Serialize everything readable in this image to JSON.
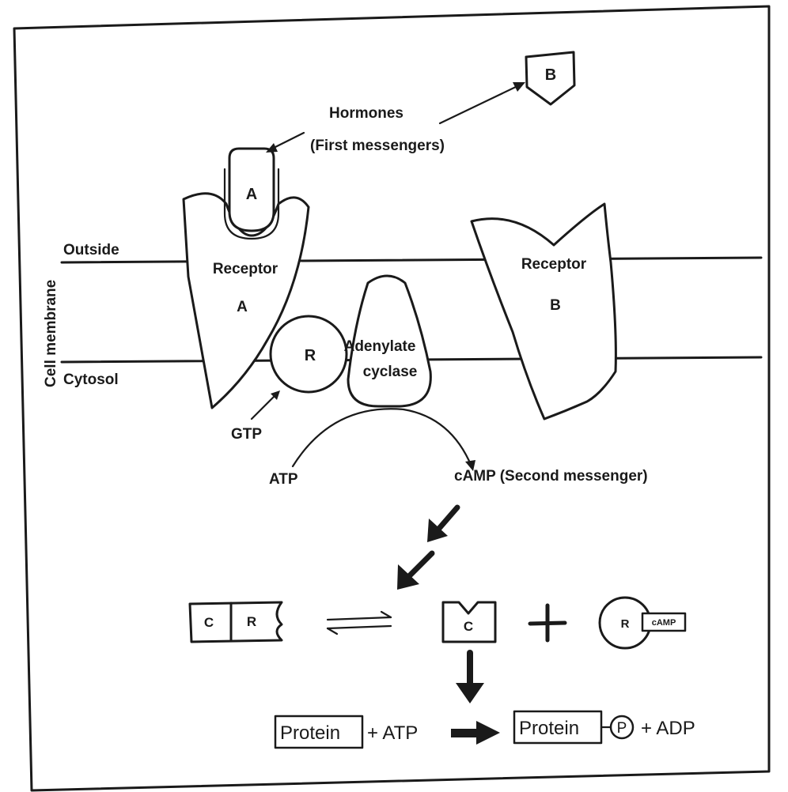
{
  "labels": {
    "hormones": "Hormones",
    "first_messengers": "(First messengers)",
    "hormone_a": "A",
    "hormone_b": "B",
    "outside": "Outside",
    "cytosol": "Cytosol",
    "cell_membrane": "Cell membrane",
    "receptor_a_line1": "Receptor",
    "receptor_a_line2": "A",
    "receptor_b_line1": "Receptor",
    "receptor_b_line2": "B",
    "r_protein": "R",
    "adenylate_line1": "Adenylate",
    "adenylate_line2": "cyclase",
    "gtp": "GTP",
    "atp": "ATP",
    "camp": "cAMP (Second messenger)"
  },
  "kinase": {
    "complex_c": "C",
    "complex_r": "R",
    "free_c": "C",
    "plus": "+",
    "bound_r": "R",
    "bound_camp": "cAMP"
  },
  "reaction": {
    "protein": "Protein",
    "plus_atp": "+ ATP",
    "product_protein": "Protein",
    "phosphate": "P",
    "plus_adp": "+ ADP"
  }
}
